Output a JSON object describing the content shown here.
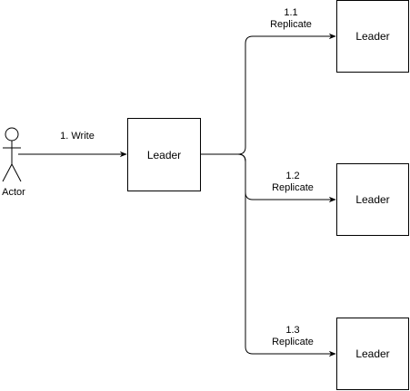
{
  "diagram": {
    "actor": {
      "label": "Actor"
    },
    "source": {
      "label": "Leader"
    },
    "write_edge": {
      "label": "1. Write"
    },
    "targets": [
      {
        "label": "Leader",
        "step": "1.1",
        "action": "Replicate"
      },
      {
        "label": "Leader",
        "step": "1.2",
        "action": "Replicate"
      },
      {
        "label": "Leader",
        "step": "1.3",
        "action": "Replicate"
      }
    ],
    "colors": {
      "stroke": "#000000",
      "fill": "#ffffff"
    }
  }
}
